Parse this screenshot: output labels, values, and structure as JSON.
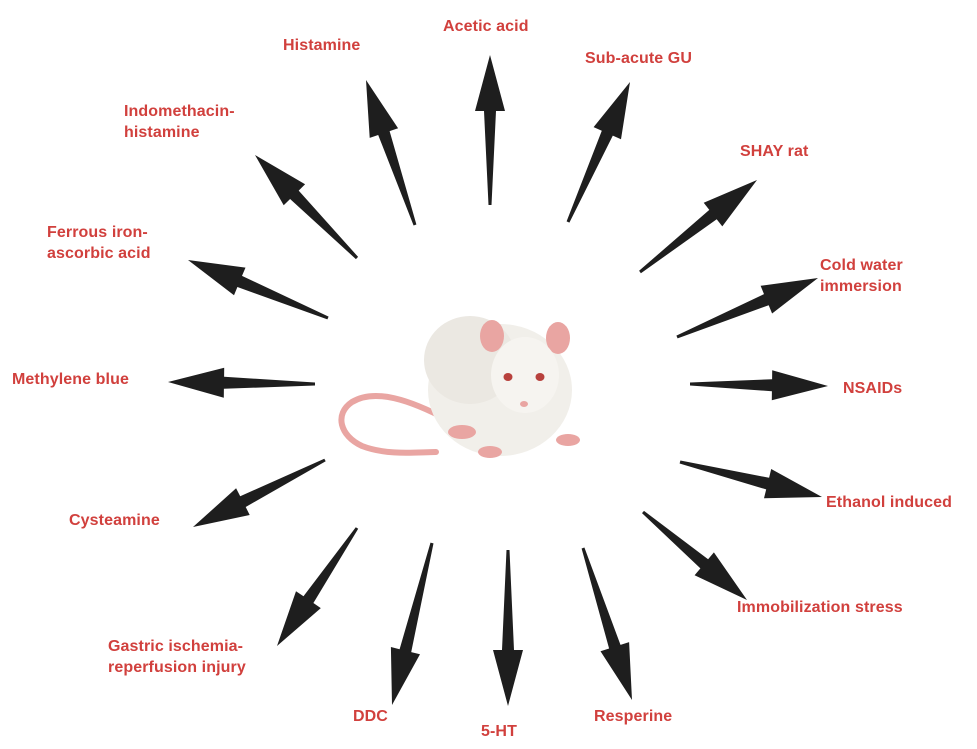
{
  "colors": {
    "label": "#d1403d",
    "arrow": "#1e1e1e",
    "rat_body": "#f1efea",
    "rat_pink": "#e9a5a2",
    "rat_eye": "#b8413d"
  },
  "icons": {
    "center": "rat-illustration",
    "arrows": "arrow-icon"
  },
  "labels": {
    "acetic_acid": "Acetic acid",
    "histamine": "Histamine",
    "sub_acute_gu": "Sub-acute GU",
    "indomethacin_histamine": "Indomethacin-\nhistamine",
    "shay_rat": "SHAY rat",
    "ferrous_iron": "Ferrous iron-\nascorbic acid",
    "cold_water": "Cold water\nimmersion",
    "methylene_blue": "Methylene blue",
    "nsaids": "NSAIDs",
    "cysteamine": "Cysteamine",
    "ethanol": "Ethanol induced",
    "gastric_ischemia": "Gastric ischemia-\nreperfusion injury",
    "immobilization": "Immobilization stress",
    "ddc": "DDC",
    "five_ht": "5-HT",
    "resperine": "Resperine"
  }
}
